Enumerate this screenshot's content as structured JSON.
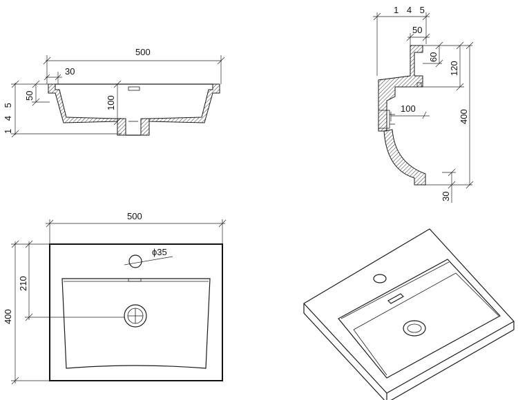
{
  "front_section": {
    "width_label": "500",
    "rim_label": "30",
    "rim_height_label": "50",
    "depth_label": "100",
    "total_height_label": "1 4 5"
  },
  "side_section": {
    "total_label": "1 4 5",
    "top_label": "50",
    "upper_label": "60",
    "mid_label": "120",
    "depth_label": "100",
    "length_label": "400",
    "bottom_label": "30"
  },
  "plan_view": {
    "width_label": "500",
    "hole_label": "ϕ35",
    "hole_offset_label": "210",
    "length_label": "400"
  },
  "colors": {
    "line": "#1a1a1a",
    "background": "#ffffff"
  }
}
